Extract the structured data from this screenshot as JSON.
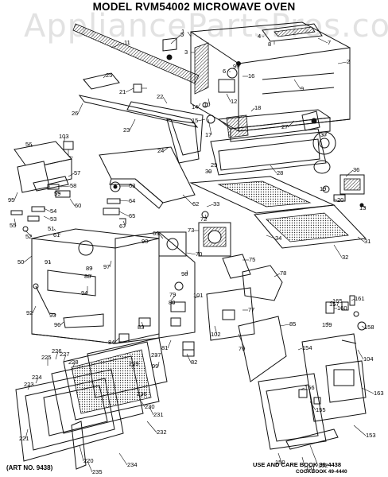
{
  "header": {
    "title": "MODEL RVM54002 MICROWAVE OVEN"
  },
  "watermark": {
    "text": "AppliancePartsPros.com"
  },
  "footer": {
    "art_no": "(ART NO. 9438)",
    "use_care": "USE AND CARE BOOK 39-4438",
    "cookbook": "COOKBOOK  49-4440"
  },
  "callouts": [
    {
      "label": "1"
    },
    {
      "label": "2"
    },
    {
      "label": "3"
    },
    {
      "label": "4"
    },
    {
      "label": "5"
    },
    {
      "label": "6"
    },
    {
      "label": "7"
    },
    {
      "label": "8"
    },
    {
      "label": "9"
    },
    {
      "label": "10"
    },
    {
      "label": "11"
    },
    {
      "label": "12"
    },
    {
      "label": "13"
    },
    {
      "label": "14"
    },
    {
      "label": "15"
    },
    {
      "label": "16"
    },
    {
      "label": "17"
    },
    {
      "label": "18"
    },
    {
      "label": "19"
    },
    {
      "label": "20"
    },
    {
      "label": "21"
    },
    {
      "label": "22"
    },
    {
      "label": "23"
    },
    {
      "label": "24"
    },
    {
      "label": "25"
    },
    {
      "label": "26"
    },
    {
      "label": "27"
    },
    {
      "label": "28"
    },
    {
      "label": "29"
    },
    {
      "label": "30"
    },
    {
      "label": "31"
    },
    {
      "label": "32"
    },
    {
      "label": "33"
    },
    {
      "label": "34"
    },
    {
      "label": "36"
    },
    {
      "label": "37"
    },
    {
      "label": "50"
    },
    {
      "label": "51"
    },
    {
      "label": "52"
    },
    {
      "label": "53"
    },
    {
      "label": "54"
    },
    {
      "label": "55"
    },
    {
      "label": "56"
    },
    {
      "label": "57"
    },
    {
      "label": "58"
    },
    {
      "label": "59"
    },
    {
      "label": "60"
    },
    {
      "label": "61"
    },
    {
      "label": "62"
    },
    {
      "label": "63"
    },
    {
      "label": "64"
    },
    {
      "label": "65"
    },
    {
      "label": "67"
    },
    {
      "label": "69"
    },
    {
      "label": "70"
    },
    {
      "label": "72"
    },
    {
      "label": "73"
    },
    {
      "label": "75"
    },
    {
      "label": "76"
    },
    {
      "label": "77"
    },
    {
      "label": "78"
    },
    {
      "label": "79"
    },
    {
      "label": "80"
    },
    {
      "label": "81"
    },
    {
      "label": "82"
    },
    {
      "label": "83"
    },
    {
      "label": "84"
    },
    {
      "label": "85"
    },
    {
      "label": "88"
    },
    {
      "label": "89"
    },
    {
      "label": "90"
    },
    {
      "label": "91"
    },
    {
      "label": "92"
    },
    {
      "label": "93"
    },
    {
      "label": "94"
    },
    {
      "label": "95"
    },
    {
      "label": "96"
    },
    {
      "label": "97"
    },
    {
      "label": "98"
    },
    {
      "label": "99"
    },
    {
      "label": "99"
    },
    {
      "label": "101"
    },
    {
      "label": "102"
    },
    {
      "label": "103"
    },
    {
      "label": "104"
    },
    {
      "label": "150"
    },
    {
      "label": "151"
    },
    {
      "label": "152"
    },
    {
      "label": "153"
    },
    {
      "label": "154"
    },
    {
      "label": "155"
    },
    {
      "label": "156"
    },
    {
      "label": "157"
    },
    {
      "label": "158"
    },
    {
      "label": "159"
    },
    {
      "label": "160"
    },
    {
      "label": "161"
    },
    {
      "label": "163"
    },
    {
      "label": "165"
    },
    {
      "label": "220"
    },
    {
      "label": "221"
    },
    {
      "label": "223"
    },
    {
      "label": "224"
    },
    {
      "label": "225"
    },
    {
      "label": "226"
    },
    {
      "label": "227"
    },
    {
      "label": "228"
    },
    {
      "label": "229"
    },
    {
      "label": "230"
    },
    {
      "label": "231"
    },
    {
      "label": "232"
    },
    {
      "label": "234"
    },
    {
      "label": "235"
    },
    {
      "label": "236"
    },
    {
      "label": "237"
    }
  ]
}
